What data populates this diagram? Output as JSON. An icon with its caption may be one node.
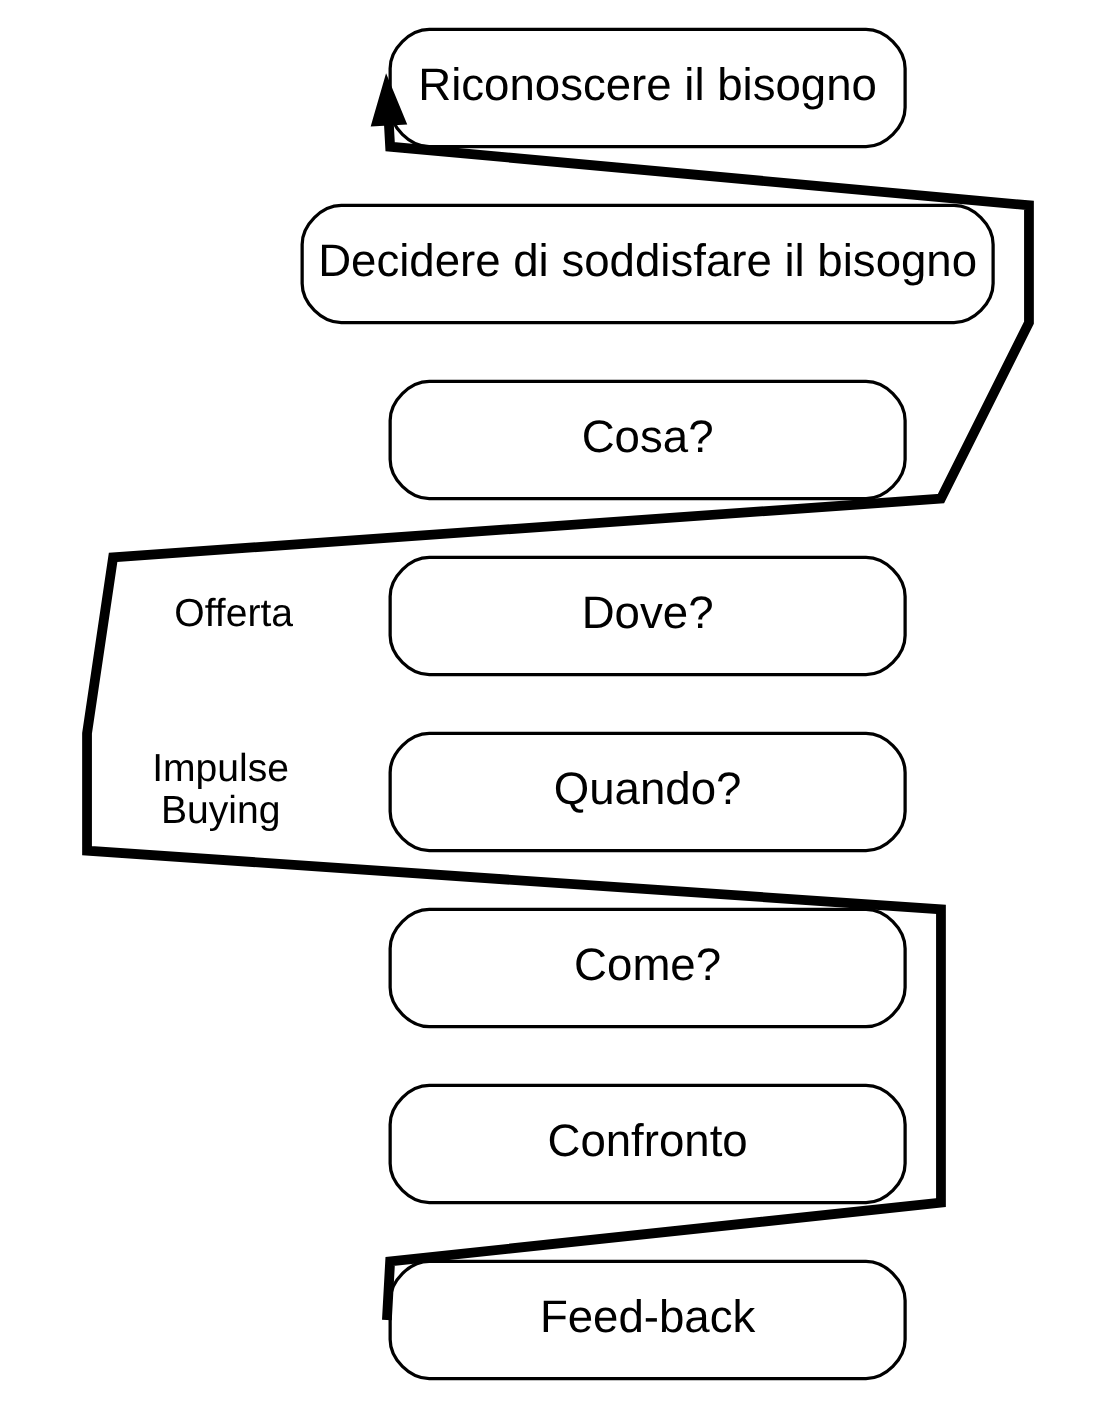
{
  "diagram": {
    "nodes": [
      {
        "text": [
          "Riconoscere il bisogno"
        ]
      },
      {
        "text": [
          "Decidere di soddisfare il bisogno"
        ]
      },
      {
        "text": [
          "Cosa?"
        ]
      },
      {
        "text": [
          "Dove?"
        ]
      },
      {
        "text": [
          "Quando?"
        ]
      },
      {
        "text": [
          "Come?"
        ]
      },
      {
        "text": [
          "Confronto"
        ]
      },
      {
        "text": [
          "Feed-back"
        ]
      }
    ],
    "edges": [
      {
        "from": 7,
        "to": 0,
        "arrow": "to"
      }
    ],
    "labels": [
      "Offerta",
      "Impulse Buying"
    ]
  }
}
